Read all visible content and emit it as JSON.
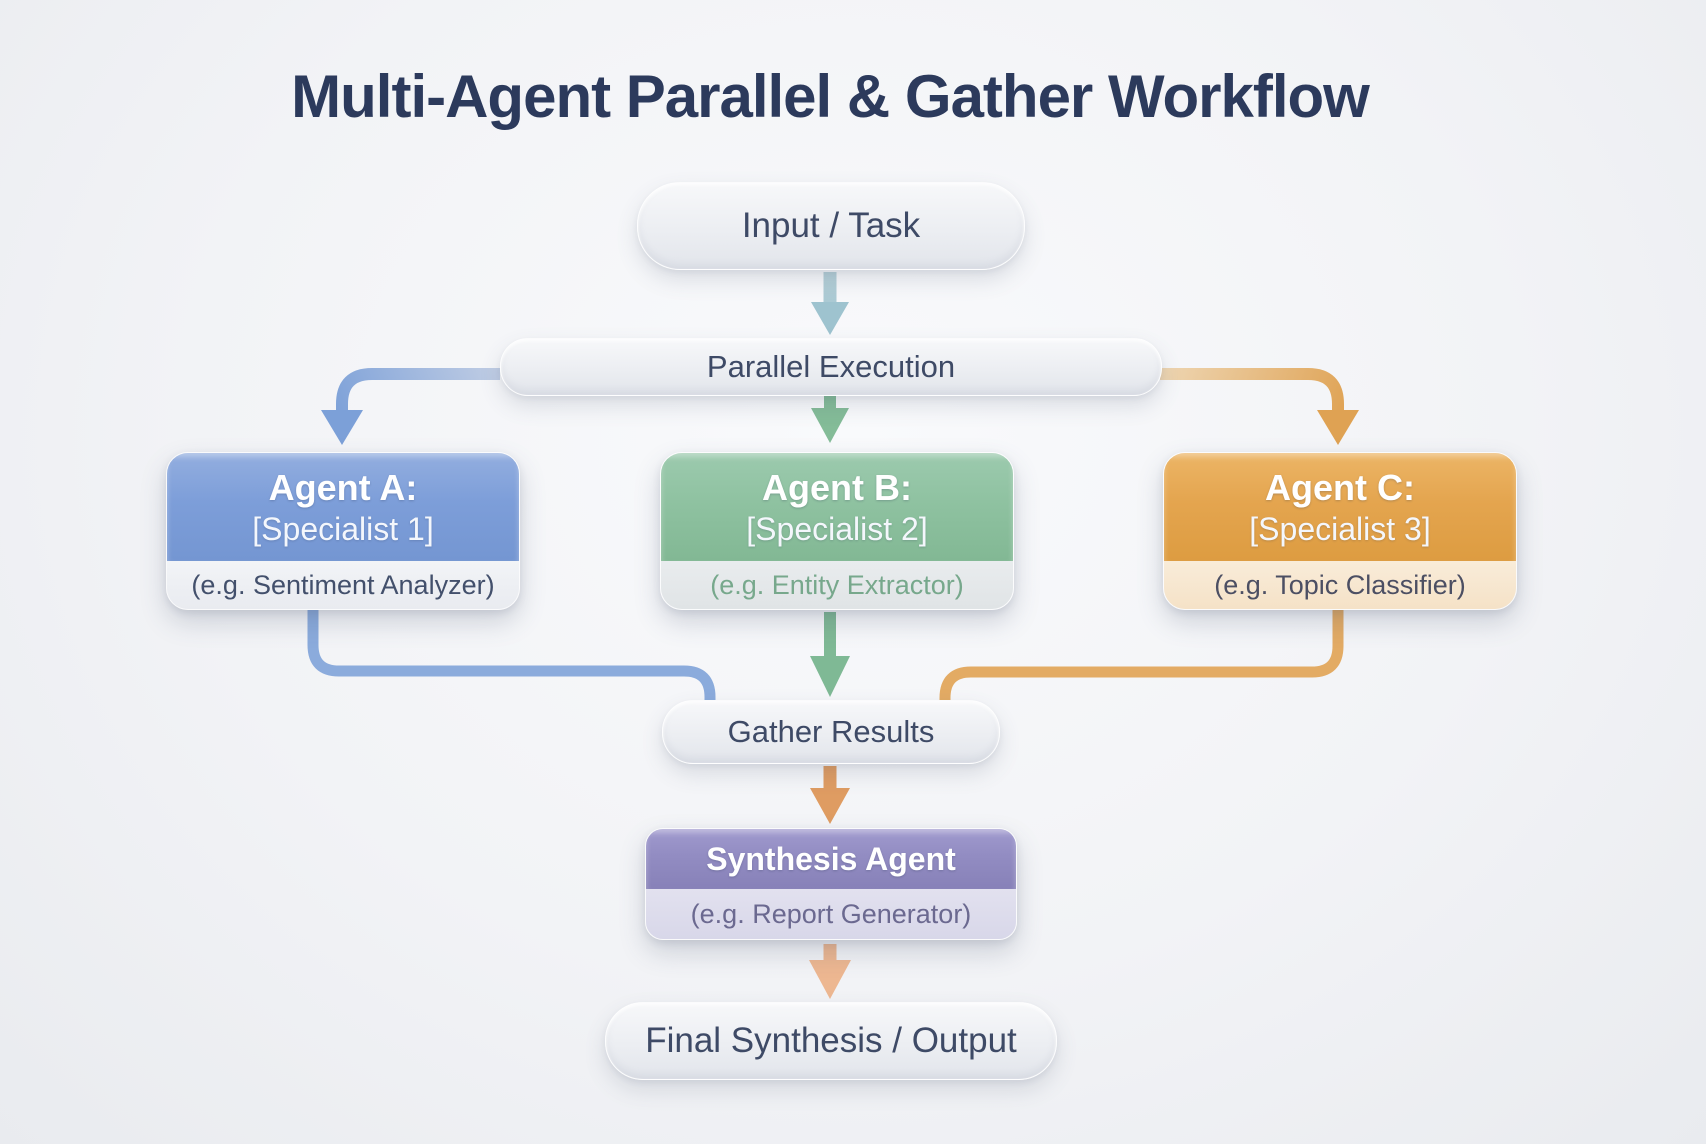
{
  "title": "Multi-Agent Parallel & Gather Workflow",
  "nodes": {
    "input_task": {
      "label": "Input / Task"
    },
    "parallel_execution": {
      "label": "Parallel Execution"
    },
    "agent_a": {
      "title": "Agent A:",
      "subtitle": "[Specialist 1]",
      "example": "(e.g. Sentiment Analyzer)",
      "color": "#7d9ed9"
    },
    "agent_b": {
      "title": "Agent B:",
      "subtitle": "[Specialist 2]",
      "example": "(e.g. Entity Extractor)",
      "color": "#8fc2a1"
    },
    "agent_c": {
      "title": "Agent C:",
      "subtitle": "[Specialist 3]",
      "example": "(e.g. Topic Classifier)",
      "color": "#e4a54f"
    },
    "gather_results": {
      "label": "Gather Results"
    },
    "synthesis_agent": {
      "title": "Synthesis Agent",
      "example": "(e.g. Report Generator)",
      "color": "#928cc2"
    },
    "final_output": {
      "label": "Final Synthesis / Output"
    }
  },
  "edges": [
    {
      "from": "Input / Task",
      "to": "Parallel Execution",
      "color": "#a9c8d2"
    },
    {
      "from": "Parallel Execution",
      "to": "Agent A: [Specialist 1]",
      "color": "#7ca0d8"
    },
    {
      "from": "Parallel Execution",
      "to": "Agent B: [Specialist 2]",
      "color": "#7fb995"
    },
    {
      "from": "Parallel Execution",
      "to": "Agent C: [Specialist 3]",
      "color": "#e0a458"
    },
    {
      "from": "Agent A: [Specialist 1]",
      "to": "Gather Results",
      "color": "#8babdc"
    },
    {
      "from": "Agent B: [Specialist 2]",
      "to": "Gather Results",
      "color": "#7fb995"
    },
    {
      "from": "Agent C: [Specialist 3]",
      "to": "Gather Results",
      "color": "#e3ab64"
    },
    {
      "from": "Gather Results",
      "to": "Synthesis Agent",
      "color": "#df9c62"
    },
    {
      "from": "Synthesis Agent",
      "to": "Final Synthesis / Output",
      "color": "#edb791"
    }
  ],
  "colors": {
    "background": "#f2f3f6",
    "title_text": "#2c3a5c",
    "pill_fill": "#eceef2",
    "pill_text": "#3e4a66",
    "agent_a_header": "#7d9ed9",
    "agent_b_header": "#8fc2a1",
    "agent_c_header": "#e4a54f",
    "agent_c_footer": "#f5e2c7",
    "synthesis_header": "#928cc2",
    "synthesis_footer": "#d8d7e9",
    "arrow_teal": "#a9c8d2",
    "arrow_blue": "#7ca0d8",
    "arrow_green": "#7fb995",
    "arrow_orange": "#e0a458",
    "arrow_peach": "#edb791"
  }
}
